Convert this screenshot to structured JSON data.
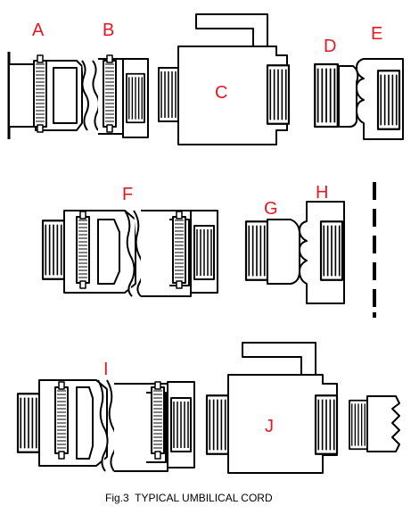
{
  "labels": {
    "a": "A",
    "b": "B",
    "c": "C",
    "d": "D",
    "e": "E",
    "f": "F",
    "g": "G",
    "h": "H",
    "i": "I",
    "j": "J"
  },
  "caption": "Fig.3  TYPICAL UMBILICAL CORD",
  "colors": {
    "label": "#e8171f",
    "ink": "#000000",
    "paper": "#ffffff"
  }
}
